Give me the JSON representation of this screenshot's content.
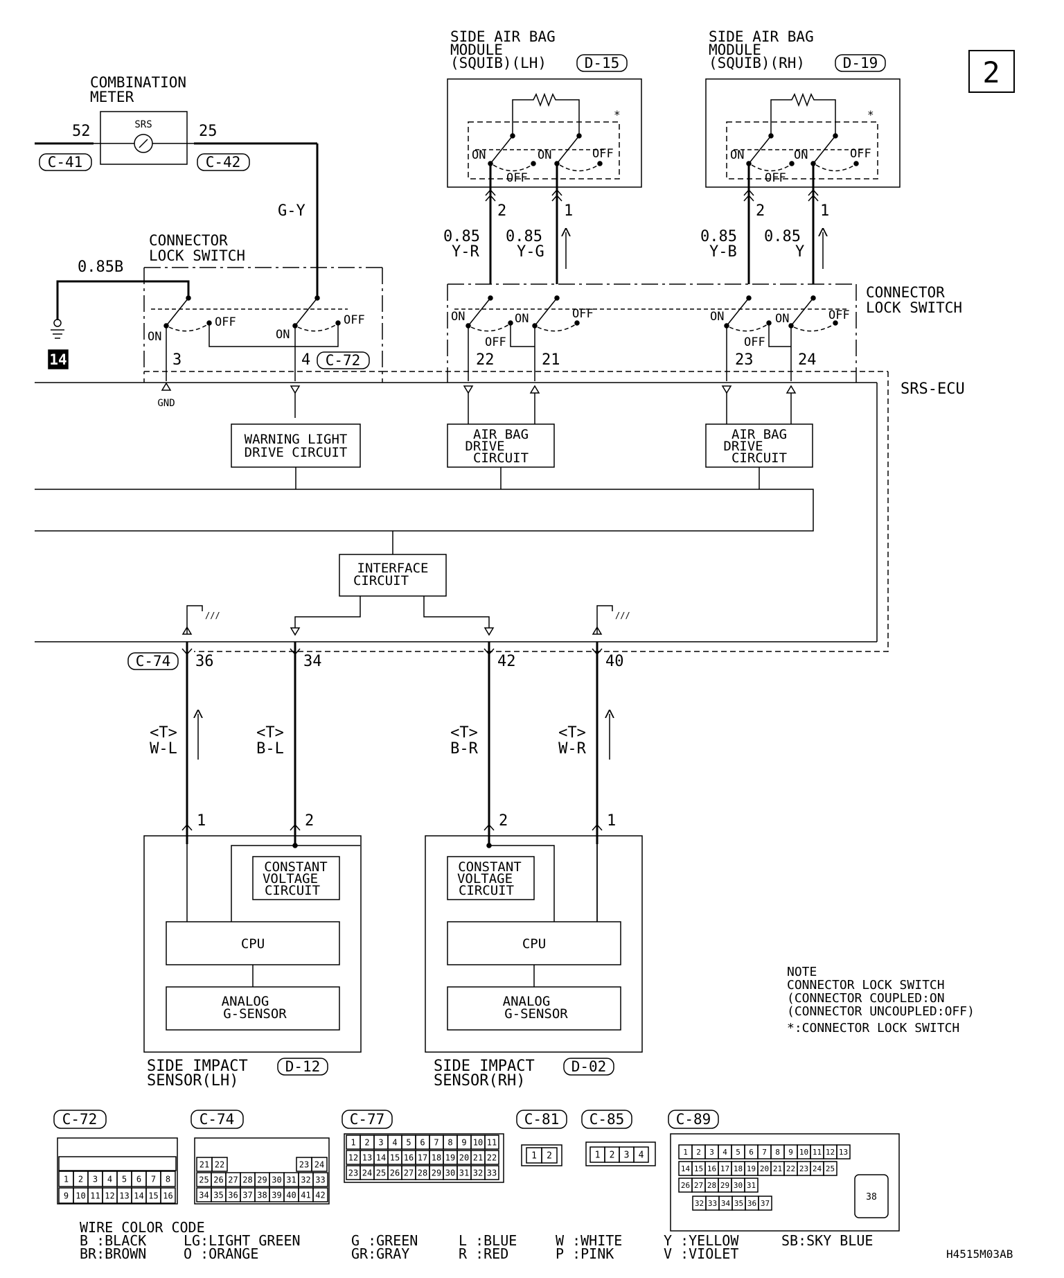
{
  "page_number": "2",
  "drawing_code": "H4515M03AB",
  "combination_meter": {
    "label_1": "COMBINATION",
    "label_2": "METER",
    "lamp": "SRS",
    "pin_left": "52",
    "pin_right": "25",
    "conn_left": "C-41",
    "conn_right": "C-42"
  },
  "side_airbag_lh": {
    "line_1": "SIDE AIR BAG",
    "line_2": "MODULE",
    "line_3": "(SQUIB)(LH)",
    "conn": "D-15",
    "pin_a": "2",
    "pin_b": "1",
    "wire_a_size": "0.85",
    "wire_a_color": "Y-R",
    "wire_b_size": "0.85",
    "wire_b_color": "Y-G"
  },
  "side_airbag_rh": {
    "line_1": "SIDE AIR BAG",
    "line_2": "MODULE",
    "line_3": "(SQUIB)(RH)",
    "conn": "D-19",
    "pin_a": "2",
    "pin_b": "1",
    "wire_a_size": "0.85",
    "wire_a_color": "Y-B",
    "wire_b_size": "0.85",
    "wire_b_color": "Y"
  },
  "switch_states": {
    "on": "ON",
    "off": "OFF",
    "asterisk": "*"
  },
  "lock_switch_left": {
    "line_1": "CONNECTOR",
    "line_2": "LOCK SWITCH",
    "ground_wire": "0.85B",
    "meter_wire": "G-Y",
    "ground_number": "14",
    "pin_3": "3",
    "pin_4": "4",
    "conn": "C-72",
    "gnd": "GND"
  },
  "lock_switch_right": {
    "line_1": "CONNECTOR",
    "line_2": "LOCK SWITCH",
    "pins": [
      "22",
      "21",
      "23",
      "24"
    ]
  },
  "srs_ecu": "SRS-ECU",
  "blocks": {
    "warning_light_1": "WARNING LIGHT",
    "warning_light_2": "DRIVE CIRCUIT",
    "airbag_drive_1": "AIR BAG",
    "airbag_drive_2": "DRIVE",
    "airbag_drive_3": "CIRCUIT",
    "interface_1": "INTERFACE",
    "interface_2": "CIRCUIT",
    "constant_1": "CONSTANT",
    "constant_2": "VOLTAGE",
    "constant_3": "CIRCUIT",
    "cpu": "CPU",
    "analog_1": "ANALOG",
    "analog_2": "G-SENSOR"
  },
  "lower_wires": {
    "conn": "C-74",
    "pins": [
      "36",
      "34",
      "42",
      "40"
    ],
    "twist": "<T>",
    "colors": [
      "W-L",
      "B-L",
      "B-R",
      "W-R"
    ],
    "sensor_pins": [
      "1",
      "2",
      "2",
      "1"
    ]
  },
  "side_impact_lh": {
    "line_1": "SIDE IMPACT",
    "line_2": "SENSOR(LH)",
    "conn": "D-12"
  },
  "side_impact_rh": {
    "line_1": "SIDE IMPACT",
    "line_2": "SENSOR(RH)",
    "conn": "D-02"
  },
  "note": {
    "title": "NOTE",
    "line_1": "CONNECTOR LOCK SWITCH",
    "line_2": "(CONNECTOR COUPLED:ON",
    "line_3": "(CONNECTOR UNCOUPLED:OFF)",
    "line_4": "*:CONNECTOR LOCK SWITCH"
  },
  "connectors": {
    "c72": {
      "label": "C-72",
      "row1": [
        "1",
        "2",
        "3",
        "4",
        "5",
        "6",
        "7",
        "8"
      ],
      "row2": [
        "9",
        "10",
        "11",
        "12",
        "13",
        "14",
        "15",
        "16"
      ]
    },
    "c74": {
      "label": "C-74",
      "row0": [
        "21",
        "22",
        "23",
        "24"
      ],
      "row1": [
        "25",
        "26",
        "27",
        "28",
        "29",
        "30",
        "31",
        "32",
        "33"
      ],
      "row2": [
        "34",
        "35",
        "36",
        "37",
        "38",
        "39",
        "40",
        "41",
        "42"
      ]
    },
    "c77": {
      "label": "C-77",
      "row1": [
        "1",
        "2",
        "3",
        "4",
        "5",
        "6",
        "7",
        "8",
        "9",
        "10",
        "11"
      ],
      "row2": [
        "12",
        "13",
        "14",
        "15",
        "16",
        "17",
        "18",
        "19",
        "20",
        "21",
        "22"
      ],
      "row3": [
        "23",
        "24",
        "25",
        "26",
        "27",
        "28",
        "29",
        "30",
        "31",
        "32",
        "33"
      ]
    },
    "c81": {
      "label": "C-81",
      "pins": [
        "1",
        "2"
      ]
    },
    "c85": {
      "label": "C-85",
      "pins": [
        "1",
        "2",
        "3",
        "4"
      ]
    },
    "c89": {
      "label": "C-89",
      "row1": [
        "1",
        "2",
        "3",
        "4",
        "5",
        "6",
        "7",
        "8",
        "9",
        "10",
        "11",
        "12",
        "13"
      ],
      "row2": [
        "14",
        "15",
        "16",
        "17",
        "18",
        "19",
        "20",
        "21",
        "22",
        "23",
        "24",
        "25"
      ],
      "row3": [
        "26",
        "27",
        "28",
        "29",
        "30",
        "31"
      ],
      "row4": [
        "32",
        "33",
        "34",
        "35",
        "36",
        "37"
      ],
      "big": "38"
    }
  },
  "wire_color_code": {
    "title": "WIRE COLOR CODE",
    "col1": [
      "B :BLACK",
      "BR:BROWN"
    ],
    "col2": [
      "LG:LIGHT GREEN",
      "O :ORANGE"
    ],
    "col3": [
      "G :GREEN",
      "GR:GRAY"
    ],
    "col4": [
      "L :BLUE",
      "R :RED"
    ],
    "col5": [
      "W :WHITE",
      "P :PINK"
    ],
    "col6": [
      "Y :YELLOW",
      "V :VIOLET"
    ],
    "col7": [
      "SB:SKY BLUE"
    ]
  }
}
